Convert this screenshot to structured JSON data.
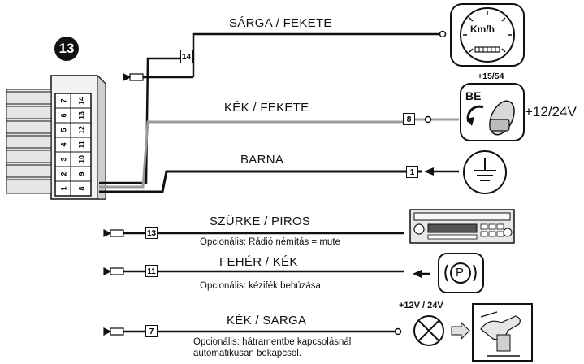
{
  "connector": {
    "number": "13",
    "left_column": [
      "7",
      "6",
      "5",
      "4",
      "3",
      "2",
      "1"
    ],
    "right_column": [
      "14",
      "13",
      "12",
      "11",
      "10",
      "9",
      "8"
    ]
  },
  "wires": [
    {
      "pin": "14",
      "color_label": "SÁRGA / FEKETE",
      "note": ""
    },
    {
      "pin": "8",
      "color_label": "KÉK / FEKETE",
      "note": ""
    },
    {
      "pin": "1",
      "color_label": "BARNA",
      "note": ""
    },
    {
      "pin": "13",
      "color_label": "SZÜRKE / PIROS",
      "note": "Opcionális: Rádió némítás = mute"
    },
    {
      "pin": "11",
      "color_label": "FEHÉR  / KÉK",
      "note": "Opcionális: kézifék behúzása"
    },
    {
      "pin": "7",
      "color_label": "KÉK / SÁRGA",
      "note": "Opcionális: hátramentbe kapcsolásnál",
      "note_line2": "automatikusan bekapcsol."
    }
  ],
  "speedometer": {
    "unit": "Km/h"
  },
  "ignition": {
    "terminal": "+15/54",
    "label": "BE",
    "voltage": "+12/24V"
  },
  "reverse_light": {
    "voltage": "+12V / 24V"
  },
  "parking_brake": {
    "symbol": "P"
  },
  "colors": {
    "ink": "#111111",
    "grey_wire": "#9a9a9a",
    "background": "#ffffff"
  }
}
